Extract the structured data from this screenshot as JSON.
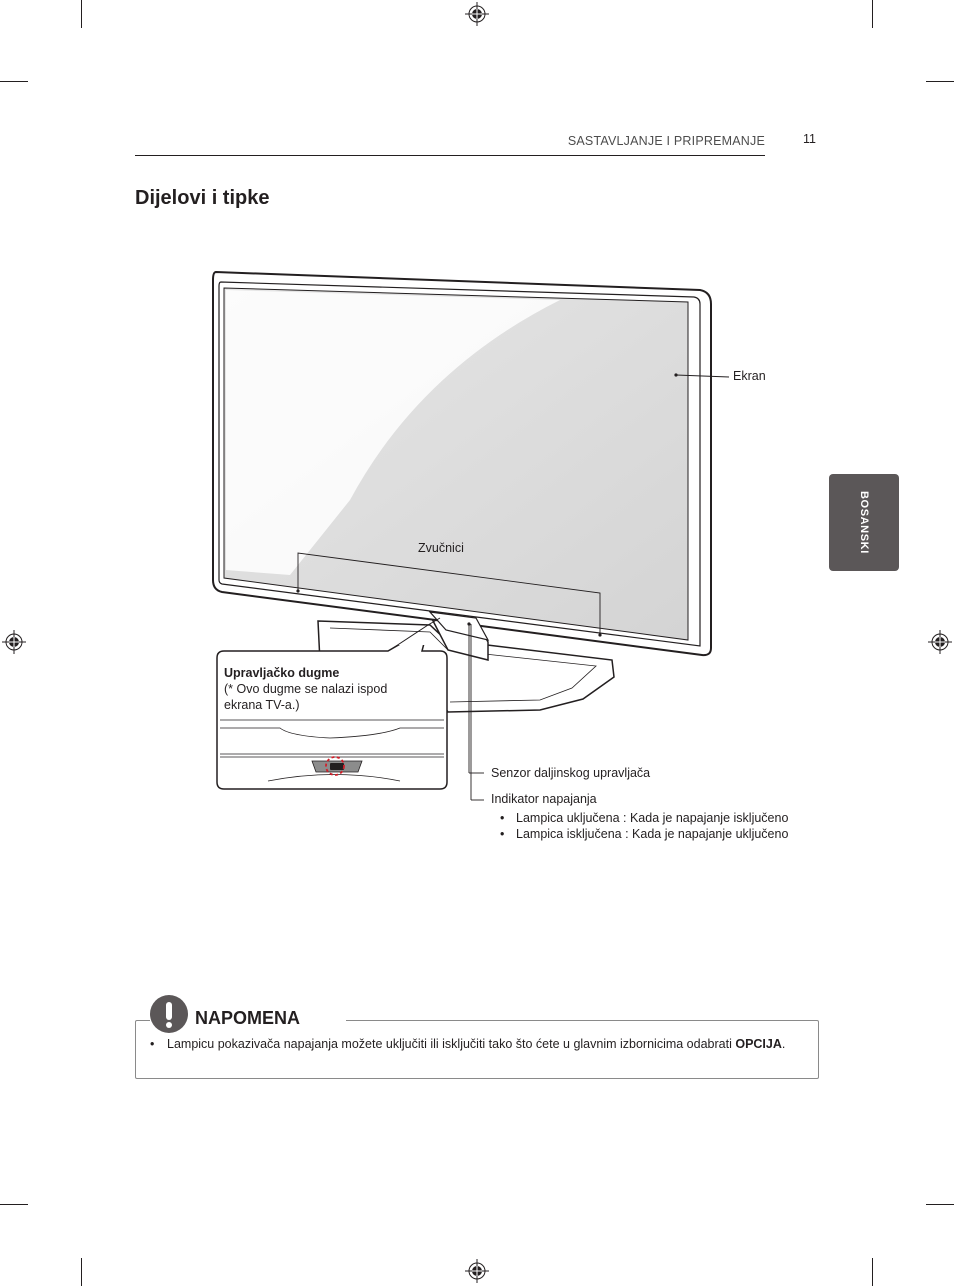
{
  "header": {
    "section": "SASTAVLJANJE I PRIPREMANJE",
    "page_number": "11"
  },
  "title": "Dijelovi i tipke",
  "side_tab": "BOSANSKI",
  "labels": {
    "screen": "Ekran",
    "speakers": "Zvučnici",
    "remote_sensor": "Senzor daljinskog upravljača",
    "power_indicator": "Indikator napajanja"
  },
  "callout": {
    "title": "Upravljačko dugme",
    "line1": "(* Ovo dugme se nalazi ispod",
    "line2": "ekrana TV-a.)"
  },
  "power_indicator_bullets": [
    "Lampica uključena : Kada je napajanje isključeno",
    "Lampica isključena : Kada je napajanje uključeno"
  ],
  "note": {
    "title": "NAPOMENA",
    "text": "Lampicu pokazivača napajanja možete uključiti ili isključiti tako što ćete u glavnim izbornicima odabrati",
    "bold": "OPCIJA",
    "end": "."
  }
}
